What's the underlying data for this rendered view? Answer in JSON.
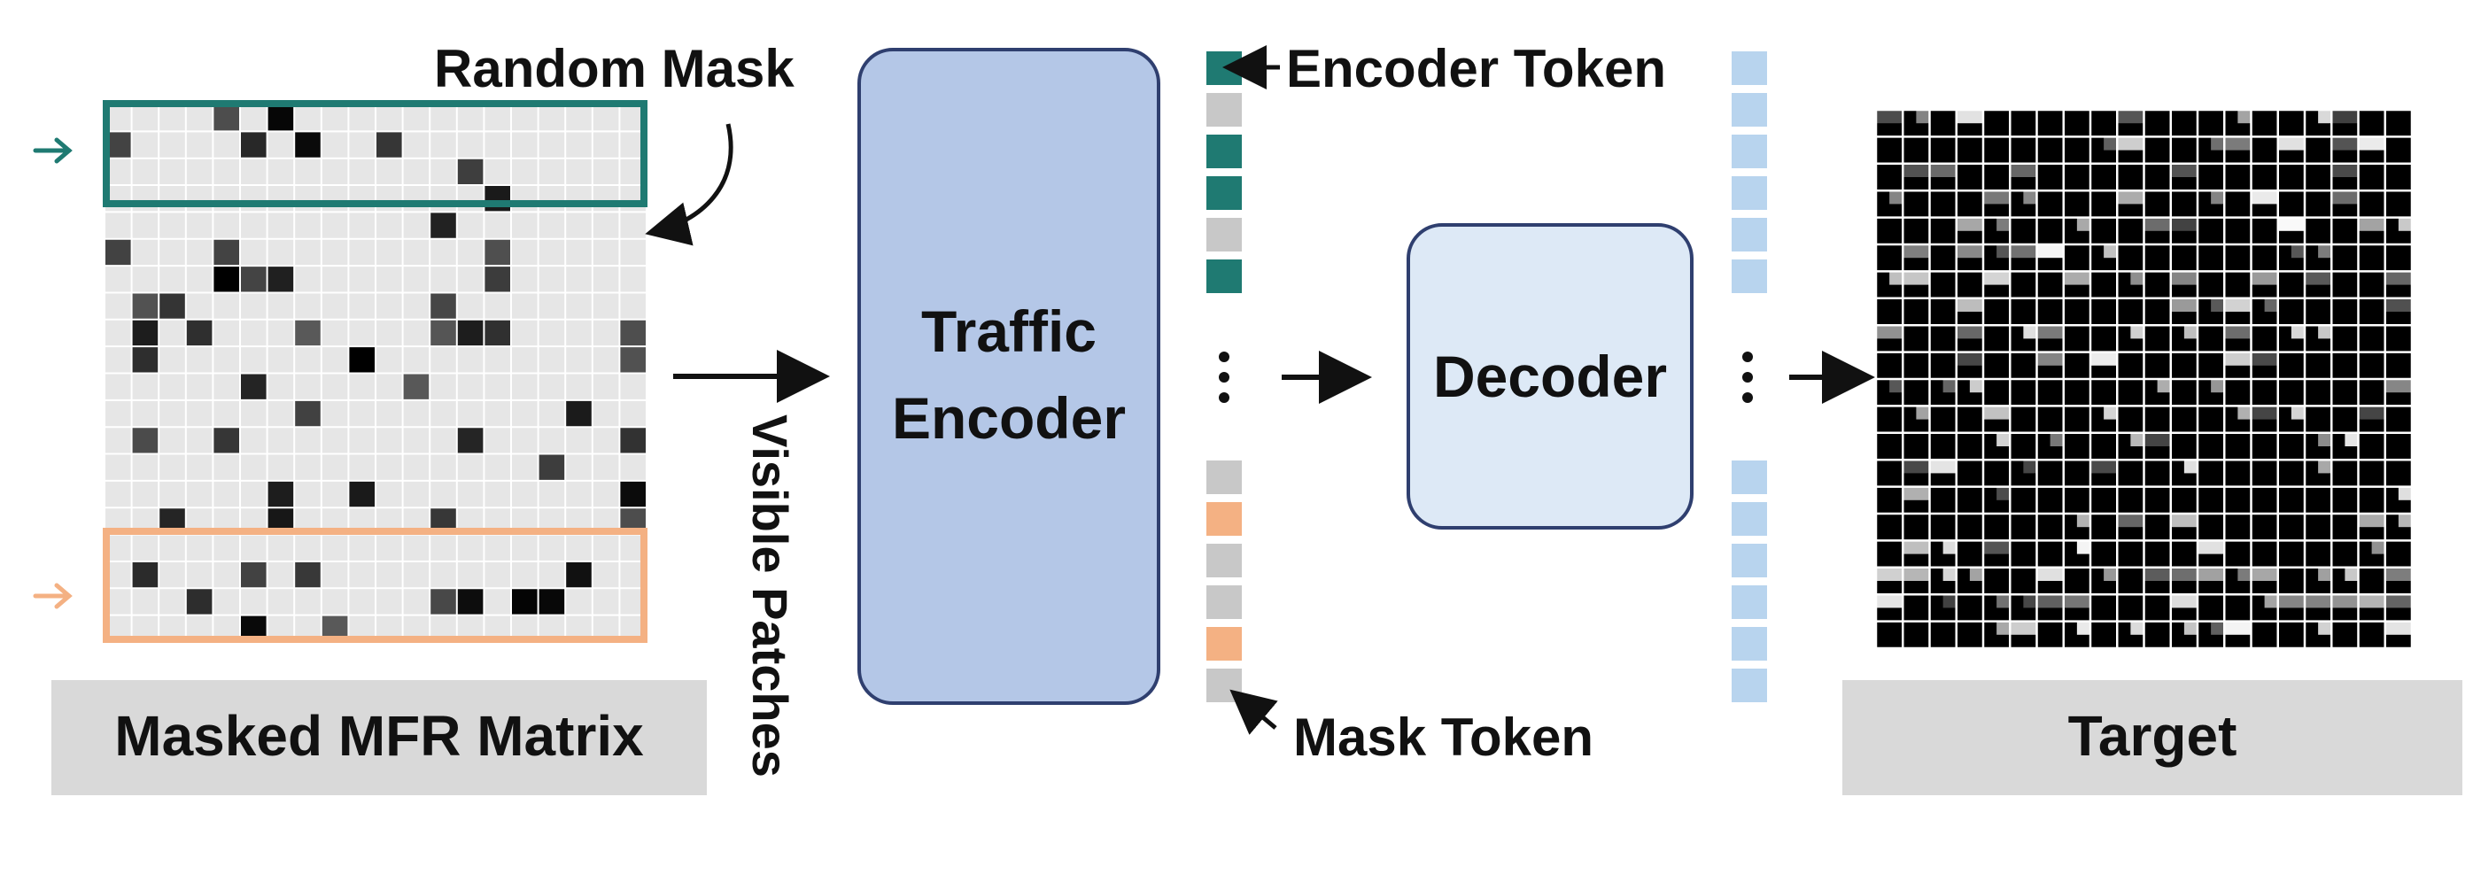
{
  "labels": {
    "random_mask": "Random Mask",
    "visible_patches": "Visible Patches",
    "traffic_encoder_line1": "Traffic",
    "traffic_encoder_line2": "Encoder",
    "decoder": "Decoder",
    "encoder_token": "Encoder Token",
    "mask_token": "Mask Token",
    "masked_mfr_matrix": "Masked MFR Matrix",
    "target": "Target"
  },
  "colors": {
    "teal": "#1f7a72",
    "salmon": "#f4b183",
    "encoder_fill": "#b4c7e7",
    "encoder_stroke": "#2f3f6f",
    "decoder_fill": "#dde9f6",
    "token_light_blue": "#b8d4ee",
    "mask_gray": "#c8c8c8",
    "caption_bg": "#d9d9d9",
    "grid_bg": "#e6e6e6"
  },
  "encoder_tokens": [
    "teal",
    "gray",
    "teal",
    "teal",
    "gray",
    "teal",
    "gap",
    "gray",
    "salmon",
    "gray",
    "gray",
    "salmon",
    "gray"
  ],
  "decoder_tokens": 13,
  "icons": {
    "pointer_teal": "right-arrow-icon",
    "pointer_salmon": "right-arrow-icon",
    "ellipsis": "vertical-ellipsis-icon"
  }
}
